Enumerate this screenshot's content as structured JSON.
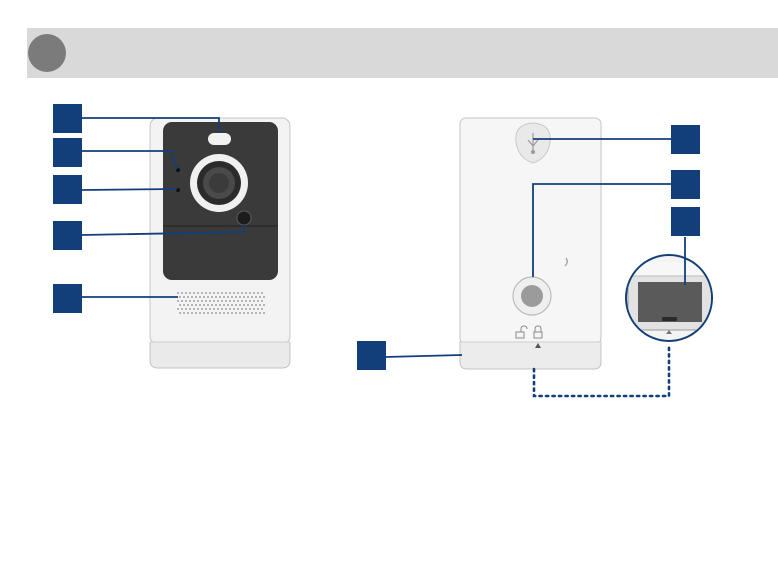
{
  "header": {
    "bar_color": "#d9d9d9",
    "circle_color": "#7b7b7b"
  },
  "colors": {
    "callout_box": "#123f7a",
    "leader_line": "#123f7a",
    "camera_body": "#f2f2f2",
    "camera_front_panel": "#3c3c3c",
    "outline": "#b9b9b9"
  },
  "front_view": {
    "callouts": [
      {
        "id": "front-callout-1",
        "target": "spotlight"
      },
      {
        "id": "front-callout-2",
        "target": "light-sensor"
      },
      {
        "id": "front-callout-3",
        "target": "microphone"
      },
      {
        "id": "front-callout-4",
        "target": "pir-sensor"
      },
      {
        "id": "front-callout-5",
        "target": "speaker"
      }
    ]
  },
  "back_view": {
    "callouts": [
      {
        "id": "back-callout-1",
        "target": "mount-hole"
      },
      {
        "id": "back-callout-2",
        "target": "reset-button"
      },
      {
        "id": "back-callout-3",
        "target": "charging-port"
      },
      {
        "id": "back-callout-4",
        "target": "base-cover"
      }
    ]
  }
}
